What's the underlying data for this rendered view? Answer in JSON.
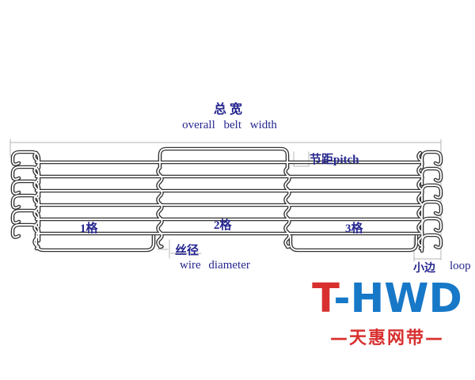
{
  "title": {
    "zh": "总宽",
    "en": "overall belt width"
  },
  "labels": {
    "pitch": "节距pitch",
    "section1": "1格",
    "section2": "2格",
    "section3": "3格",
    "wire_diameter_zh": "丝径",
    "wire_diameter_en": "wire diameter",
    "loop_zh": "小边",
    "loop_en": "loop"
  },
  "logo": {
    "red_part": "T",
    "blue_part": "-HWD",
    "tagline": "—天惠网带—"
  },
  "colors": {
    "label_navy": "#26268f",
    "logo_red": "#d8302f",
    "logo_blue": "#1778c8",
    "wire_dark": "#333333",
    "wire_core": "#ffffff",
    "dimension_gray": "#b4b4b4"
  }
}
